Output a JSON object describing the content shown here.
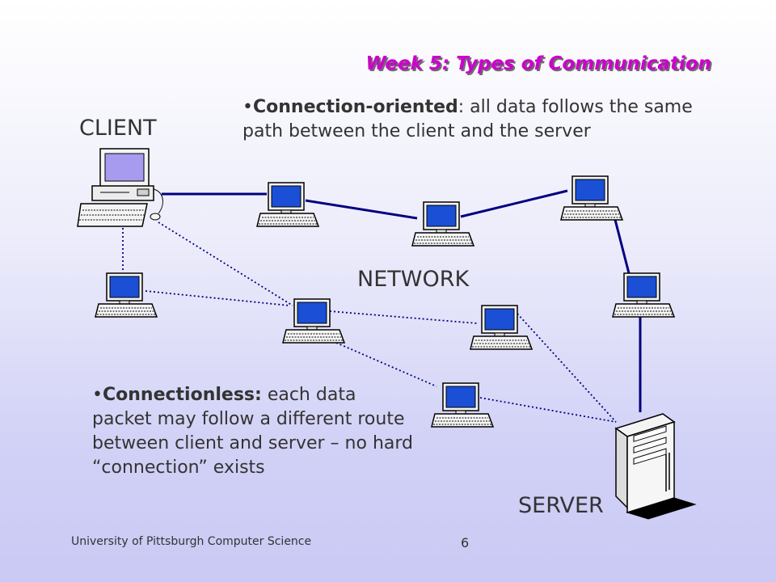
{
  "slide": {
    "title": "Week 5: Types of Communication",
    "connection_oriented": {
      "bullet": "•",
      "term": "Connection-oriented",
      "text": ": all data follows the same path between the client and the server"
    },
    "connectionless": {
      "bullet": "•",
      "term": "Connectionless:",
      "text": " each data packet may follow a different route between client and server – no hard “connection” exists"
    },
    "labels": {
      "client": "CLIENT",
      "network": "NETWORK",
      "server": "SERVER"
    },
    "footer": "University of Pittsburgh Computer Science",
    "page_number": "6"
  },
  "colors": {
    "title": "#cc00cc",
    "connection_line": "#000080",
    "dotted_line": "#000080",
    "screen": "#1a4fd6",
    "client_screen": "#a79bf0"
  },
  "icons": {
    "client": "desktop-computer-icon",
    "node": "computer-terminal-icon",
    "server": "server-tower-icon"
  }
}
